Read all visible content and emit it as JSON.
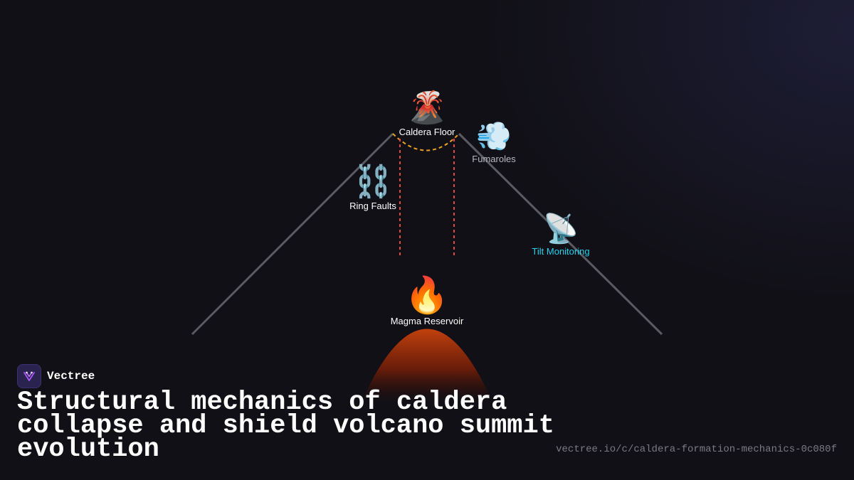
{
  "diagram": {
    "nodes": {
      "caldera_floor": {
        "label": "Caldera Floor",
        "icon": "volcano-icon",
        "glyph": "🌋"
      },
      "fumaroles": {
        "label": "Fumaroles",
        "icon": "steam-icon",
        "glyph": "💨"
      },
      "ring_faults": {
        "label": "Ring Faults",
        "icon": "chains-icon",
        "glyph": "⛓️"
      },
      "tilt_monitoring": {
        "label": "Tilt Monitoring",
        "icon": "satellite-dish-icon",
        "glyph": "📡"
      },
      "magma_reservoir": {
        "label": "Magma Reservoir",
        "icon": "fire-icon",
        "glyph": "🔥"
      }
    },
    "colors": {
      "flank": "#5a5a62",
      "fault": "#e04848",
      "caldera_rim": "#f0a020",
      "magma": "#c2410c",
      "tilt_label": "#22d3ee",
      "fumaroles_label": "#b8b8c0"
    }
  },
  "brand": {
    "name": "Vectree",
    "logo_icon": "vectree-logo-icon"
  },
  "title": "Structural mechanics of caldera collapse and shield volcano summit evolution",
  "url": "vectree.io/c/caldera-formation-mechanics-0c080f"
}
